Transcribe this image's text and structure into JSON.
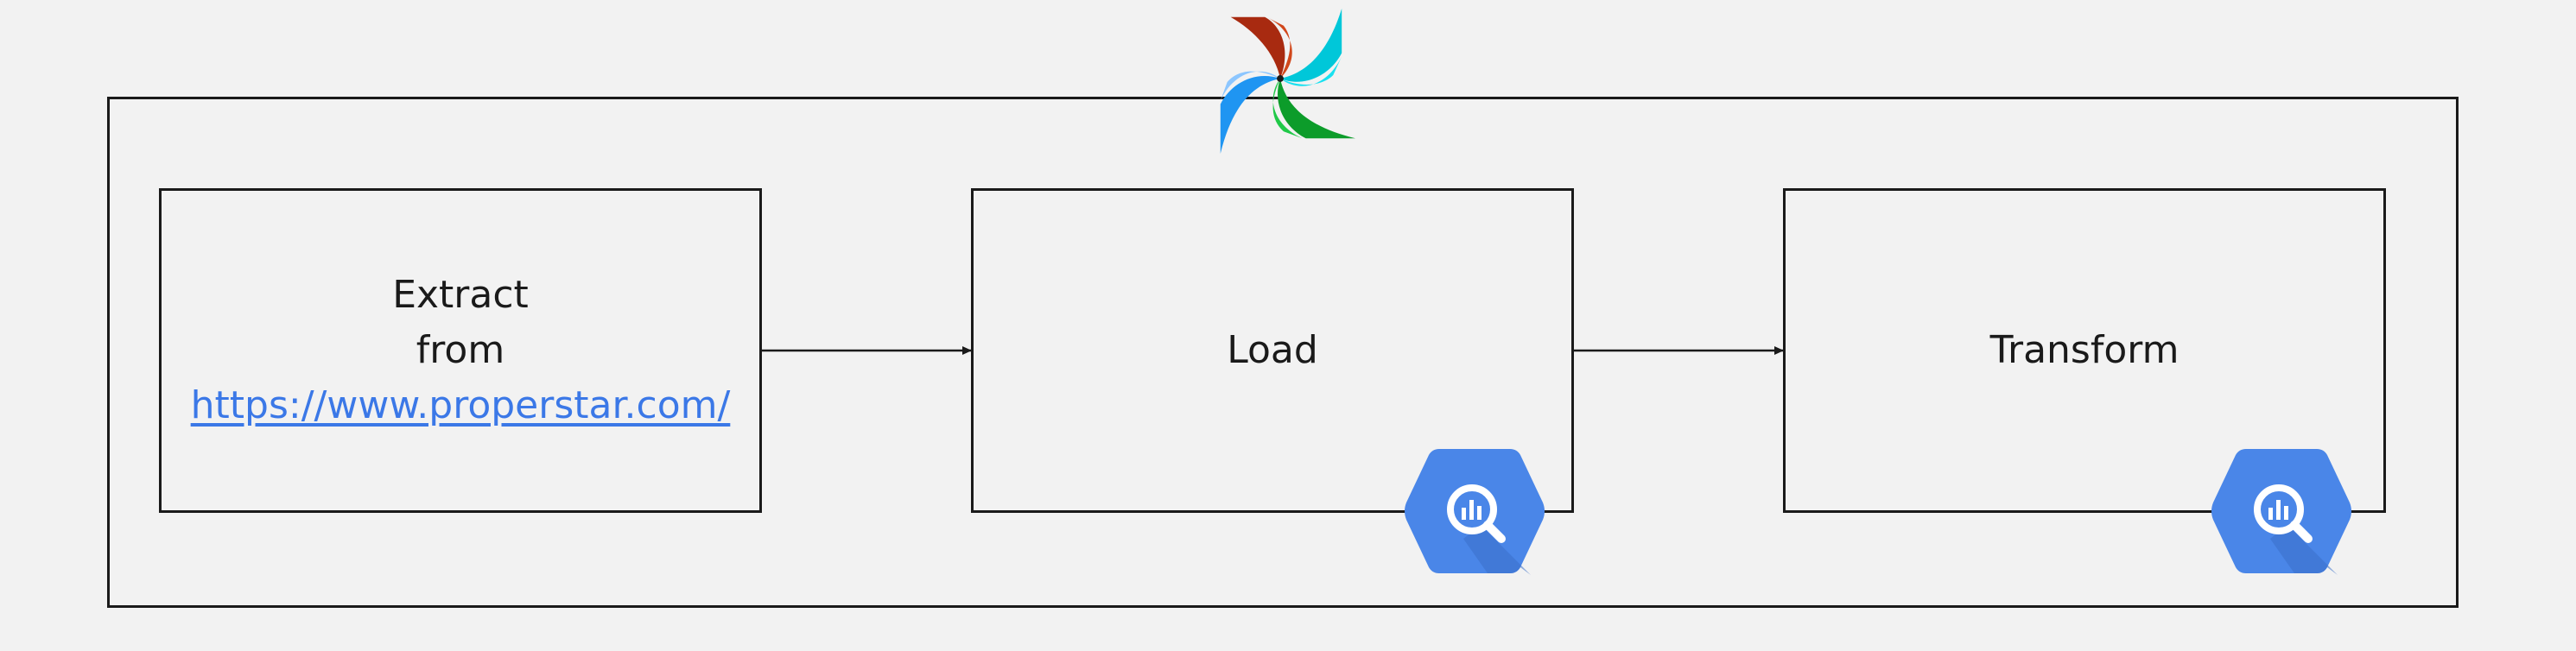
{
  "diagram": {
    "steps": [
      {
        "id": "extract",
        "line1": "Extract",
        "line2": "from",
        "link": "https://www.properstar.com/"
      },
      {
        "id": "load",
        "label": "Load",
        "tool_icon": "bigquery-icon"
      },
      {
        "id": "transform",
        "label": "Transform",
        "tool_icon": "bigquery-icon"
      }
    ],
    "edges": [
      {
        "from": "extract",
        "to": "load"
      },
      {
        "from": "load",
        "to": "transform"
      }
    ],
    "orchestrator_icon": "airflow-logo"
  },
  "colors": {
    "background": "#f2f2f2",
    "stroke": "#1a1a1a",
    "link": "#3b78e7",
    "bigquery_blue": "#4a86e8"
  }
}
